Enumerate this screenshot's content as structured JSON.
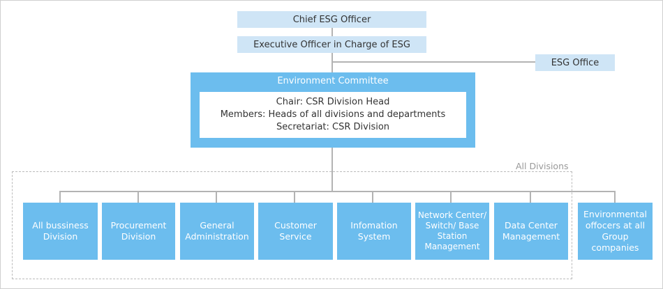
{
  "top": {
    "chief": "Chief ESG Officer",
    "executive": "Executive Officer in Charge of ESG",
    "office": "ESG Office"
  },
  "committee": {
    "title": "Environment Committee",
    "chair": "Chair: CSR Division Head",
    "members": "Members: Heads of all divisions and departments",
    "secretariat": "Secretariat: CSR Division"
  },
  "all_divisions_label": "All Divisions",
  "divisions": [
    "All bussiness Division",
    "Procurement Division",
    "General Administration",
    "Customer Service",
    "Infomation System",
    "Network Center/ Switch/ Base Station Management",
    "Data Center Management"
  ],
  "group_box": "Environmental offocers at all Group companies",
  "colors": {
    "light_box": "#cfe5f6",
    "blue_box": "#6cbdee",
    "connector": "#b3b3b3"
  }
}
